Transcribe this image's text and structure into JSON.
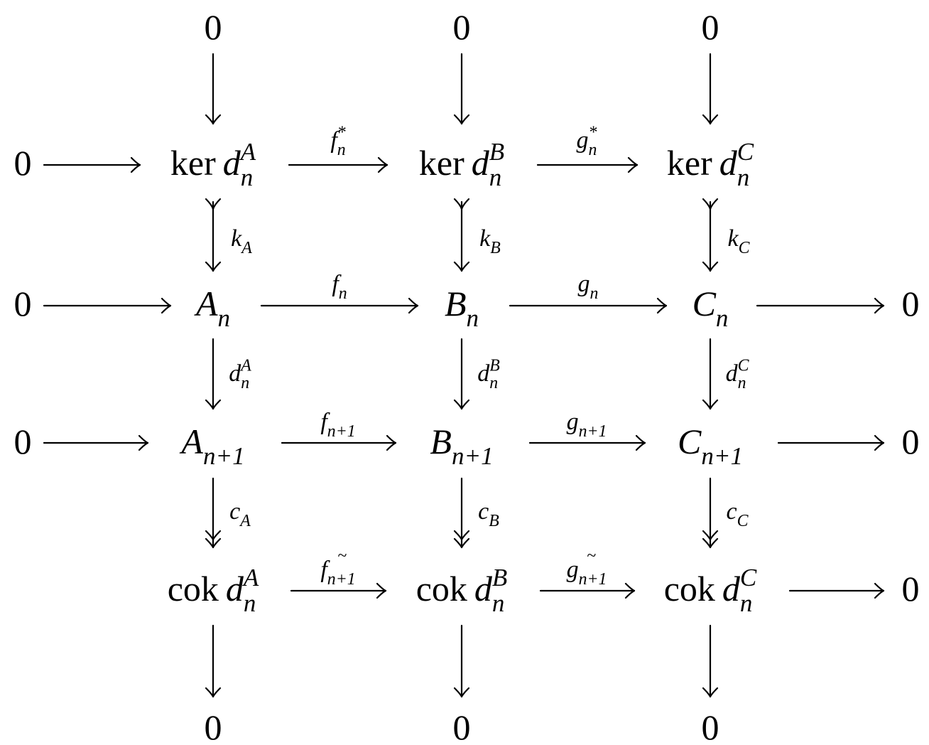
{
  "diagram": {
    "nodes": {
      "top_zero_a": "0",
      "top_zero_b": "0",
      "top_zero_c": "0",
      "ker_left_zero": "0",
      "ker_a": {
        "op": "ker",
        "sym": "d",
        "sup": "A",
        "sub": "n"
      },
      "ker_b": {
        "op": "ker",
        "sym": "d",
        "sup": "B",
        "sub": "n"
      },
      "ker_c": {
        "op": "ker",
        "sym": "d",
        "sup": "C",
        "sub": "n"
      },
      "mid_left_zero": "0",
      "mid_right_zero": "0",
      "a_n": {
        "sym": "A",
        "sub": "n"
      },
      "b_n": {
        "sym": "B",
        "sub": "n"
      },
      "c_n": {
        "sym": "C",
        "sub": "n"
      },
      "low_left_zero": "0",
      "low_right_zero": "0",
      "a_n1": {
        "sym": "A",
        "sub": "n+1"
      },
      "b_n1": {
        "sym": "B",
        "sub": "n+1"
      },
      "c_n1": {
        "sym": "C",
        "sub": "n+1"
      },
      "cok_a": {
        "op": "cok",
        "sym": "d",
        "sup": "A",
        "sub": "n"
      },
      "cok_b": {
        "op": "cok",
        "sym": "d",
        "sup": "B",
        "sub": "n"
      },
      "cok_c": {
        "op": "cok",
        "sym": "d",
        "sup": "C",
        "sub": "n"
      },
      "cok_right_zero": "0",
      "bottom_zero_a": "0",
      "bottom_zero_b": "0",
      "bottom_zero_c": "0"
    },
    "labels": {
      "f_star": {
        "sym": "f",
        "sup": "*",
        "sub": "n"
      },
      "g_star": {
        "sym": "g",
        "sup": "*",
        "sub": "n"
      },
      "k_a": {
        "sym": "k",
        "sub": "A"
      },
      "k_b": {
        "sym": "k",
        "sub": "B"
      },
      "k_c": {
        "sym": "k",
        "sub": "C"
      },
      "f_n": {
        "sym": "f",
        "sub": "n"
      },
      "g_n": {
        "sym": "g",
        "sub": "n"
      },
      "d_a": {
        "sym": "d",
        "sup": "A",
        "sub": "n"
      },
      "d_b": {
        "sym": "d",
        "sup": "B",
        "sub": "n"
      },
      "d_c": {
        "sym": "d",
        "sup": "C",
        "sub": "n"
      },
      "f_n1": {
        "sym": "f",
        "sub": "n+1"
      },
      "g_n1": {
        "sym": "g",
        "sub": "n+1"
      },
      "c_a": {
        "sym": "c",
        "sub": "A"
      },
      "c_b": {
        "sym": "c",
        "sub": "B"
      },
      "c_c": {
        "sym": "c",
        "sub": "C"
      },
      "f_tilde": {
        "sym": "f",
        "sub": "n+1",
        "accent": "~"
      },
      "g_tilde": {
        "sym": "g",
        "sub": "n+1",
        "accent": "~"
      }
    }
  }
}
